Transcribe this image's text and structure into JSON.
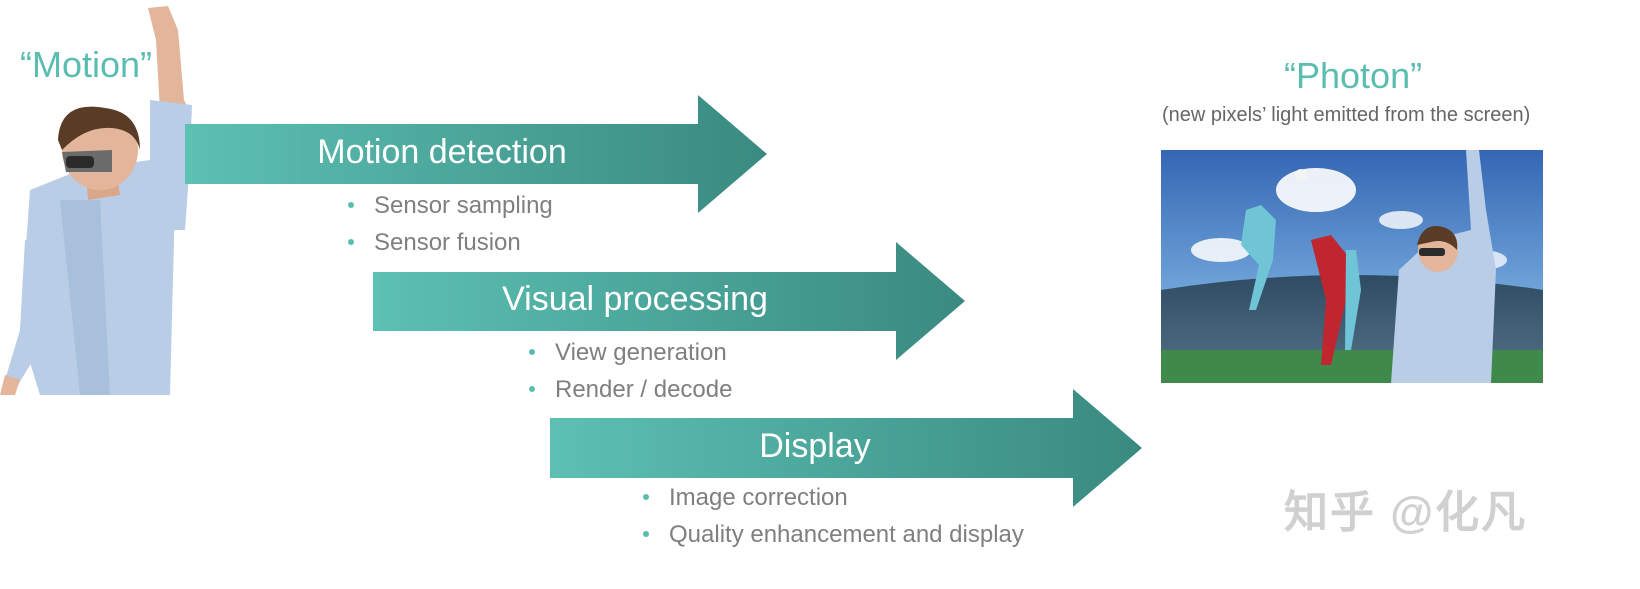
{
  "motion_label": "“Motion”",
  "photon_label": "“Photon”",
  "photon_caption": "(new pixels’ light emitted from the screen)",
  "stages": [
    {
      "title": "Motion detection",
      "bullets": [
        "Sensor sampling",
        "Sensor fusion"
      ]
    },
    {
      "title": "Visual processing",
      "bullets": [
        "View generation",
        "Render / decode"
      ]
    },
    {
      "title": "Display",
      "bullets": [
        "Image correction",
        "Quality enhancement and display"
      ]
    }
  ],
  "watermark": "知乎 @化凡",
  "colors": {
    "accent": "#5bbdb0",
    "arrow_start": "#5cc0b3",
    "arrow_end": "#3a8a80",
    "bullet_text": "#7f7f7f",
    "sky": "#4a7fc4",
    "grass": "#3f8a4a",
    "shirt": "#b9cde6"
  },
  "icons": {
    "person": "person-with-vr-headset",
    "scene": "vr-football-scene-photo"
  }
}
